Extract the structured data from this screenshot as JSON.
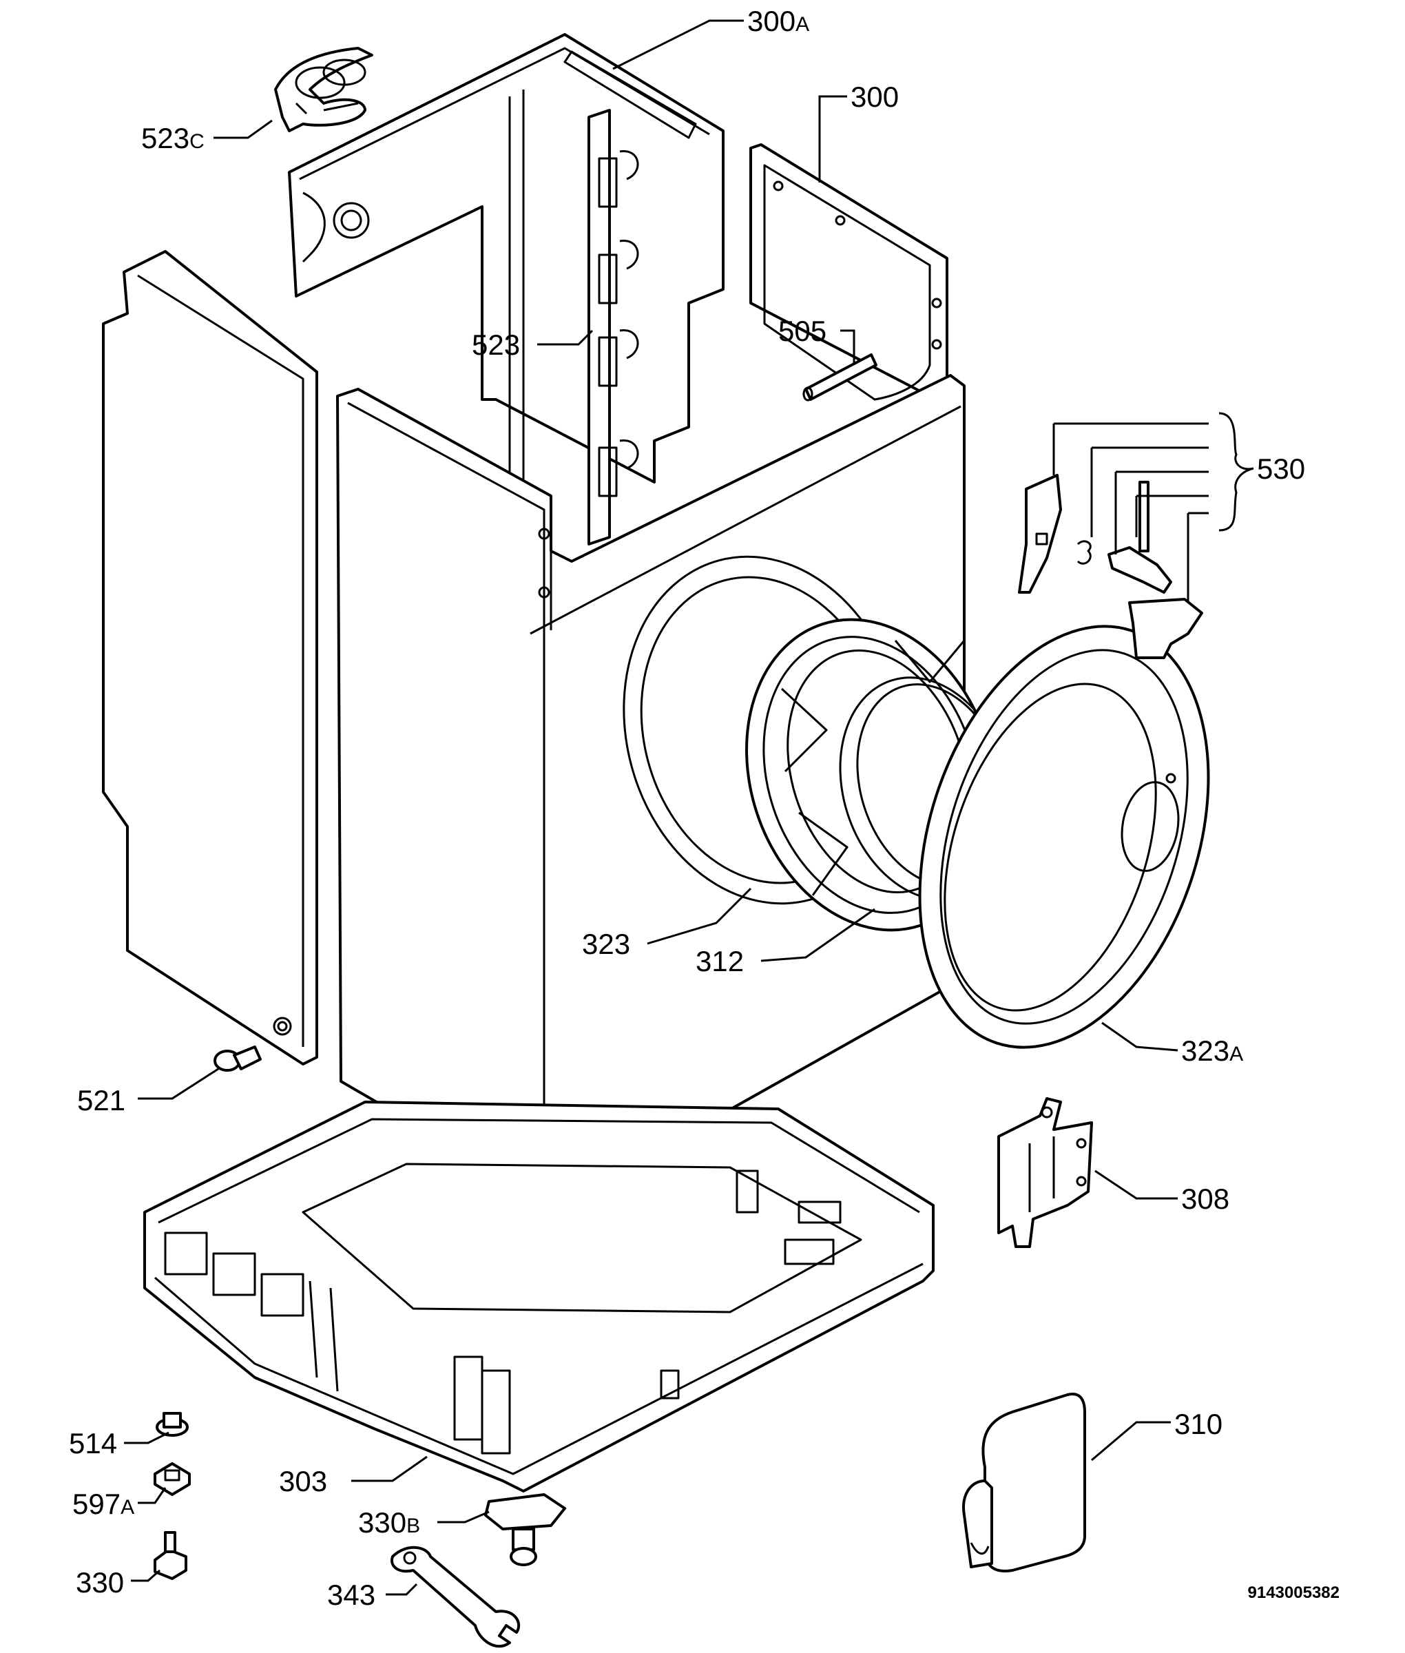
{
  "diagram": {
    "reference_code": "9143005382",
    "callouts": [
      {
        "id": "300a",
        "number": "300",
        "suffix": "A"
      },
      {
        "id": "300",
        "number": "300",
        "suffix": ""
      },
      {
        "id": "523c",
        "number": "523",
        "suffix": "C"
      },
      {
        "id": "523",
        "number": "523",
        "suffix": ""
      },
      {
        "id": "505",
        "number": "505",
        "suffix": ""
      },
      {
        "id": "530",
        "number": "530",
        "suffix": ""
      },
      {
        "id": "323",
        "number": "323",
        "suffix": ""
      },
      {
        "id": "312",
        "number": "312",
        "suffix": ""
      },
      {
        "id": "323a",
        "number": "323",
        "suffix": "A"
      },
      {
        "id": "521",
        "number": "521",
        "suffix": ""
      },
      {
        "id": "308",
        "number": "308",
        "suffix": ""
      },
      {
        "id": "310",
        "number": "310",
        "suffix": ""
      },
      {
        "id": "514",
        "number": "514",
        "suffix": ""
      },
      {
        "id": "597a",
        "number": "597",
        "suffix": "A"
      },
      {
        "id": "303",
        "number": "303",
        "suffix": ""
      },
      {
        "id": "330b",
        "number": "330",
        "suffix": "B"
      },
      {
        "id": "330",
        "number": "330",
        "suffix": ""
      },
      {
        "id": "343",
        "number": "343",
        "suffix": ""
      }
    ]
  }
}
